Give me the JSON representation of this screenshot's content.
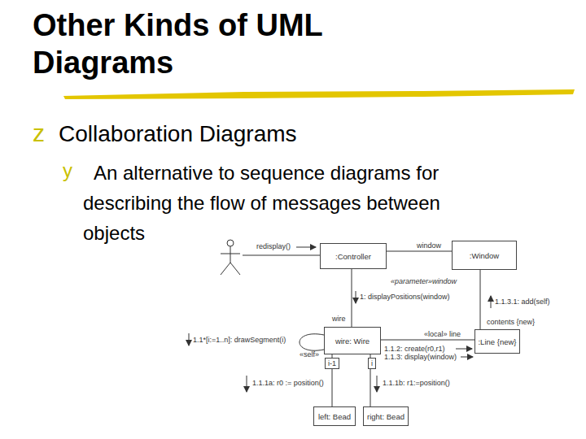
{
  "diagram": {
    "title": "Other Kinds of UML Diagrams",
    "nodes": [
      {
        "text": [
          ":Controller"
        ]
      },
      {
        "text": [
          ":Window"
        ]
      },
      {
        "text": [
          "wire: Wire"
        ]
      },
      {
        "text": [
          ":Line {new}"
        ]
      },
      {
        "text": [
          "left: Bead"
        ]
      },
      {
        "text": [
          "right: Bead"
        ]
      }
    ],
    "edges": [
      {
        "from": 0,
        "to": 1,
        "arrow": "none",
        "label": "window"
      },
      {
        "from": 0,
        "to": 2,
        "arrow": "none",
        "label": "wire"
      },
      {
        "from": 2,
        "to": 3,
        "arrow": "none",
        "label": "«local» line"
      },
      {
        "from": 1,
        "to": 3,
        "arrow": "none",
        "label": "contents {new}"
      },
      {
        "from": 2,
        "to": 4,
        "arrow": "none",
        "label": "i-1"
      },
      {
        "from": 2,
        "to": 5,
        "arrow": "none",
        "label": "i"
      }
    ],
    "labels": [
      "z",
      "Collaboration Diagrams",
      "y",
      "An alternative to sequence diagrams for describing the flow of messages between objects",
      "redisplay()",
      "«parameter»window",
      "1: displayPositions(window)",
      "1.1.3.1: add(self)",
      "1.1*[i:=1..n]: drawSegment(i)",
      "«self»",
      "1.1.2: create(r0,r1)",
      "1.1.3: display(window)",
      "1.1.1a: r0 := position()",
      "1.1.1b: r1:=position()"
    ]
  }
}
